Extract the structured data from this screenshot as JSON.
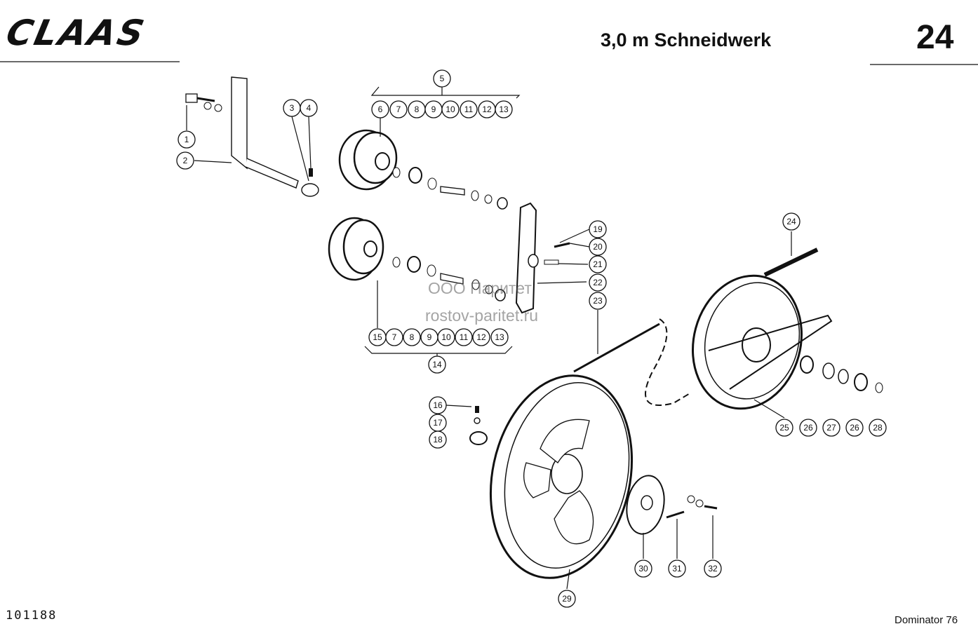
{
  "header": {
    "brand": "CLAAS",
    "title": "3,0 m Schneidwerk",
    "page_number": "24"
  },
  "footer": {
    "doc_number": "101188",
    "model": "Dominator 76"
  },
  "watermark": {
    "line1": "ООО Паритет",
    "line2": "rostov-paritet.ru"
  },
  "callouts": [
    {
      "id": "c1",
      "label": "1"
    },
    {
      "id": "c2",
      "label": "2"
    },
    {
      "id": "c3",
      "label": "3"
    },
    {
      "id": "c4",
      "label": "4"
    },
    {
      "id": "c5",
      "label": "5"
    },
    {
      "id": "c6",
      "label": "6"
    },
    {
      "id": "c7a",
      "label": "7"
    },
    {
      "id": "c8a",
      "label": "8"
    },
    {
      "id": "c9a",
      "label": "9"
    },
    {
      "id": "c10a",
      "label": "10"
    },
    {
      "id": "c11a",
      "label": "11"
    },
    {
      "id": "c12a",
      "label": "12"
    },
    {
      "id": "c13a",
      "label": "13"
    },
    {
      "id": "c14",
      "label": "14"
    },
    {
      "id": "c15",
      "label": "15"
    },
    {
      "id": "c7b",
      "label": "7"
    },
    {
      "id": "c8b",
      "label": "8"
    },
    {
      "id": "c9b",
      "label": "9"
    },
    {
      "id": "c10b",
      "label": "10"
    },
    {
      "id": "c11b",
      "label": "11"
    },
    {
      "id": "c12b",
      "label": "12"
    },
    {
      "id": "c13b",
      "label": "13"
    },
    {
      "id": "c16",
      "label": "16"
    },
    {
      "id": "c17",
      "label": "17"
    },
    {
      "id": "c18",
      "label": "18"
    },
    {
      "id": "c19",
      "label": "19"
    },
    {
      "id": "c20",
      "label": "20"
    },
    {
      "id": "c21",
      "label": "21"
    },
    {
      "id": "c22",
      "label": "22"
    },
    {
      "id": "c23",
      "label": "23"
    },
    {
      "id": "c24",
      "label": "24"
    },
    {
      "id": "c25",
      "label": "25"
    },
    {
      "id": "c26a",
      "label": "26"
    },
    {
      "id": "c27",
      "label": "27"
    },
    {
      "id": "c26b",
      "label": "26"
    },
    {
      "id": "c28",
      "label": "28"
    },
    {
      "id": "c29",
      "label": "29"
    },
    {
      "id": "c30",
      "label": "30"
    },
    {
      "id": "c31",
      "label": "31"
    },
    {
      "id": "c32",
      "label": "32"
    }
  ]
}
